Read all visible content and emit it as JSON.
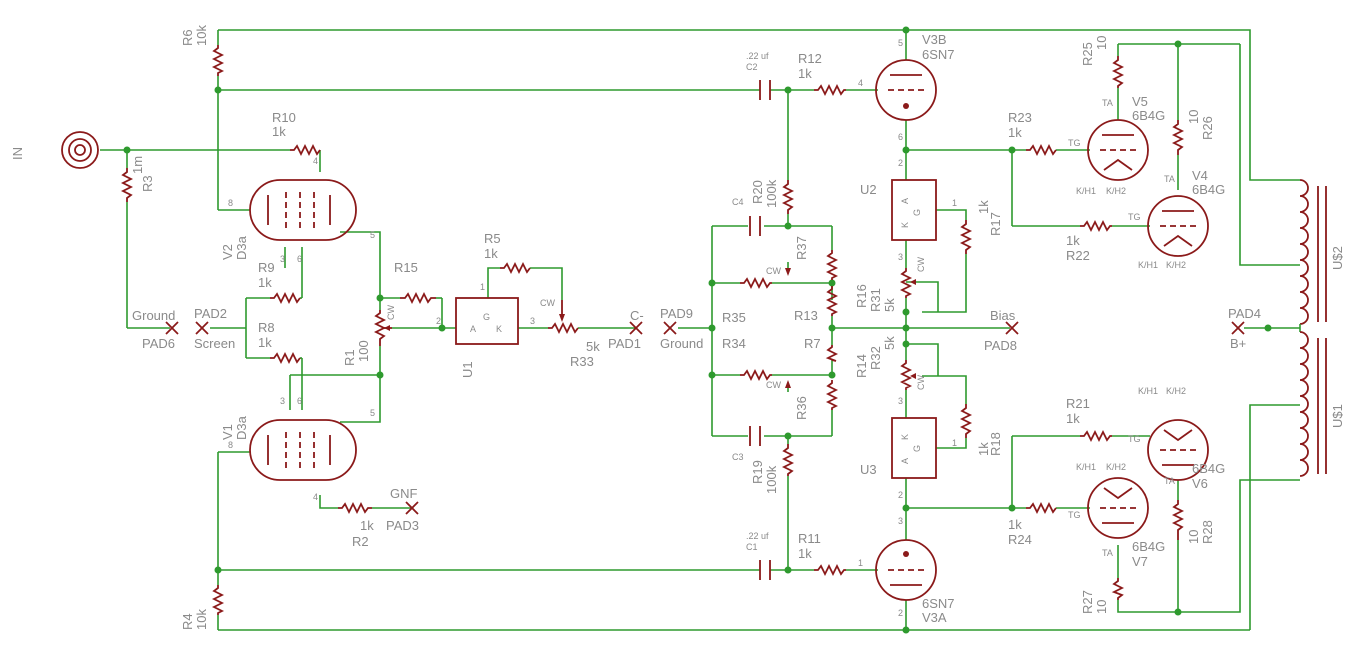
{
  "colors": {
    "wire": "#2e9a2e",
    "part": "#8b1a1a",
    "text": "#8a8a8a",
    "background": "#ffffff"
  },
  "input": {
    "label": "IN"
  },
  "resistors": [
    {
      "id": "R6",
      "name": "R6",
      "value": "10k"
    },
    {
      "id": "R3",
      "name": "R3",
      "value": "1m"
    },
    {
      "id": "R10",
      "name": "R10",
      "value": "1k"
    },
    {
      "id": "R9",
      "name": "R9",
      "value": "1k"
    },
    {
      "id": "R8",
      "name": "R8",
      "value": "1k"
    },
    {
      "id": "R2",
      "name": "R2",
      "value": "1k"
    },
    {
      "id": "R4",
      "name": "R4",
      "value": "10k"
    },
    {
      "id": "R5",
      "name": "R5",
      "value": "1k"
    },
    {
      "id": "R15",
      "name": "R15",
      "value": ""
    },
    {
      "id": "R1",
      "name": "R1",
      "value": "100"
    },
    {
      "id": "R33",
      "name": "R33",
      "value": "5k"
    },
    {
      "id": "R12",
      "name": "R12",
      "value": "1k"
    },
    {
      "id": "R11",
      "name": "R11",
      "value": "1k"
    },
    {
      "id": "R20",
      "name": "R20",
      "value": "100k"
    },
    {
      "id": "R19",
      "name": "R19",
      "value": "100k"
    },
    {
      "id": "R37",
      "name": "R37",
      "value": ""
    },
    {
      "id": "R36",
      "name": "R36",
      "value": ""
    },
    {
      "id": "R35",
      "name": "R35",
      "value": ""
    },
    {
      "id": "R34",
      "name": "R34",
      "value": ""
    },
    {
      "id": "R13",
      "name": "R13",
      "value": ""
    },
    {
      "id": "R7",
      "name": "R7",
      "value": ""
    },
    {
      "id": "R16",
      "name": "R16",
      "value": ""
    },
    {
      "id": "R14",
      "name": "R14",
      "value": ""
    },
    {
      "id": "R31",
      "name": "R31",
      "value": "5k"
    },
    {
      "id": "R32",
      "name": "R32",
      "value": "5k"
    },
    {
      "id": "R17",
      "name": "R17",
      "value": "1k"
    },
    {
      "id": "R18",
      "name": "R18",
      "value": "1k"
    },
    {
      "id": "R23",
      "name": "R23",
      "value": "1k"
    },
    {
      "id": "R22",
      "name": "R22",
      "value": "1k"
    },
    {
      "id": "R21",
      "name": "R21",
      "value": "1k"
    },
    {
      "id": "R24",
      "name": "R24",
      "value": "1k"
    },
    {
      "id": "R25",
      "name": "R25",
      "value": "10"
    },
    {
      "id": "R26",
      "name": "R26",
      "value": "10"
    },
    {
      "id": "R27",
      "name": "R27",
      "value": "10"
    },
    {
      "id": "R28",
      "name": "R28",
      "value": "10"
    }
  ],
  "capacitors": [
    {
      "id": "C2",
      "name": "C2",
      "value": ".22 uf"
    },
    {
      "id": "C1",
      "name": "C1",
      "value": ".22 uf"
    },
    {
      "id": "C4",
      "name": "C4",
      "value": ""
    },
    {
      "id": "C3",
      "name": "C3",
      "value": ""
    }
  ],
  "tubes": [
    {
      "id": "V2",
      "name": "V2",
      "type": "D3a"
    },
    {
      "id": "V1",
      "name": "V1",
      "type": "D3a"
    },
    {
      "id": "V3B",
      "name": "V3B",
      "type": "6SN7"
    },
    {
      "id": "V3A",
      "name": "V3A",
      "type": "6SN7"
    },
    {
      "id": "V5",
      "name": "V5",
      "type": "6B4G"
    },
    {
      "id": "V4",
      "name": "V4",
      "type": "6B4G"
    },
    {
      "id": "V6",
      "name": "V6",
      "type": "6B4G"
    },
    {
      "id": "V7",
      "name": "V7",
      "type": "6B4G"
    }
  ],
  "regulators": [
    {
      "id": "U1",
      "name": "U1"
    },
    {
      "id": "U2",
      "name": "U2"
    },
    {
      "id": "U3",
      "name": "U3"
    }
  ],
  "transformers": [
    {
      "id": "U$2",
      "name": "U$2"
    },
    {
      "id": "U$1",
      "name": "U$1"
    }
  ],
  "pads": [
    {
      "id": "PAD6",
      "name": "PAD6",
      "net": "Ground"
    },
    {
      "id": "PAD2",
      "name": "PAD2",
      "net": "Screen"
    },
    {
      "id": "PAD3",
      "name": "PAD3",
      "net": "GNF"
    },
    {
      "id": "PAD1",
      "name": "PAD1",
      "net": "C-"
    },
    {
      "id": "PAD9",
      "name": "PAD9",
      "net": "Ground"
    },
    {
      "id": "PAD8",
      "name": "PAD8",
      "net": "Bias"
    },
    {
      "id": "PAD4",
      "name": "PAD4",
      "net": "B+"
    }
  ],
  "pin_labels": {
    "anode": "A",
    "gate": "G",
    "kathode": "K",
    "cw": "CW",
    "tube_anode": "TA",
    "tube_grid": "TG",
    "heater1": "K/H1",
    "heater2": "K/H2",
    "p1": "1",
    "p2": "2",
    "p3": "3",
    "p4": "4",
    "p5": "5",
    "p6": "6",
    "p8": "8"
  }
}
